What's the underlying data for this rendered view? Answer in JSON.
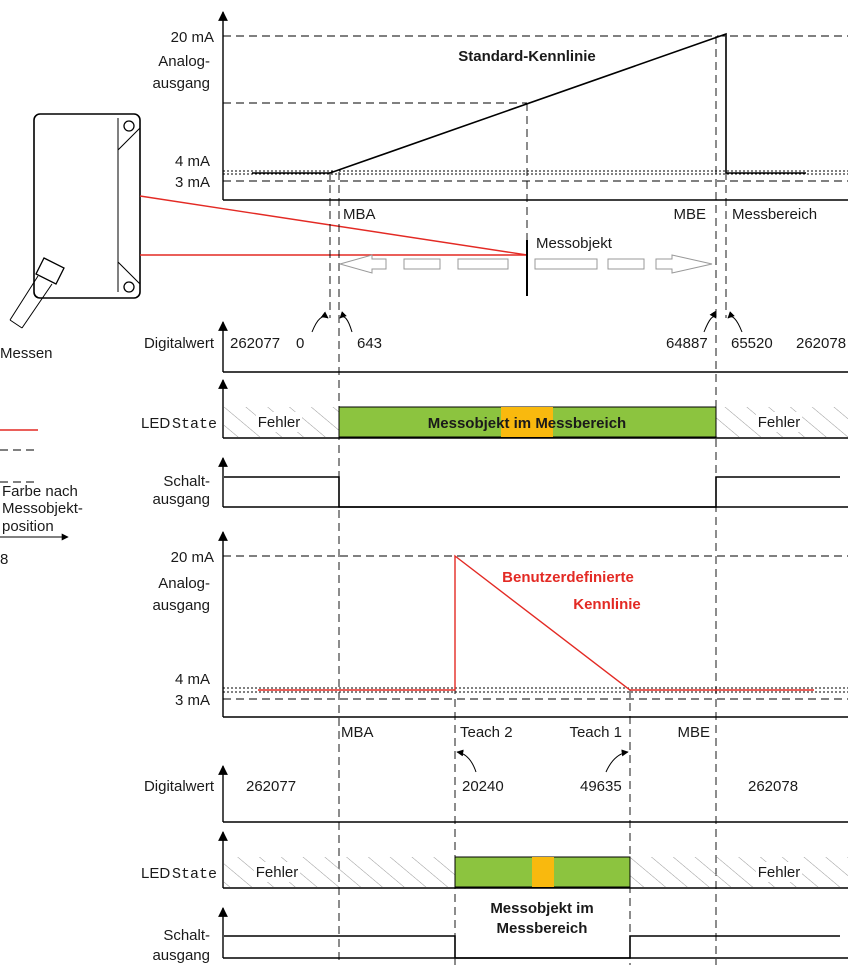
{
  "colors": {
    "red": "#e32a24",
    "green": "#8cc43f",
    "yellow": "#f9b90e",
    "hatch": "#999999"
  },
  "top": {
    "y_20": "20 mA",
    "analog_1": "Analog-",
    "analog_2": "ausgang",
    "y_4": "4 mA",
    "y_3": "3 mA",
    "title": "Standard-Kennlinie",
    "mba": "MBA",
    "mbe": "MBE",
    "messbereich": "Messbereich",
    "messobjekt": "Messobjekt"
  },
  "digital1": {
    "label": "Digitalwert",
    "v1": "262077",
    "v2": "0",
    "v3": "643",
    "v4": "64887",
    "v5": "65520",
    "v6": "262078"
  },
  "led1": {
    "led": "LED",
    "state": "State",
    "fehler_left": "Fehler",
    "center": "Messobjekt im Messbereich",
    "fehler_right": "Fehler"
  },
  "schalt1": {
    "l1": "Schalt-",
    "l2": "ausgang"
  },
  "bottom": {
    "y_20": "20 mA",
    "analog_1": "Analog-",
    "analog_2": "ausgang",
    "y_4": "4 mA",
    "y_3": "3 mA",
    "title_1": "Benutzerdefinierte",
    "title_2": "Kennlinie",
    "mba": "MBA",
    "teach2": "Teach 2",
    "teach1": "Teach 1",
    "mbe": "MBE"
  },
  "digital2": {
    "label": "Digitalwert",
    "v1": "262077",
    "v2": "20240",
    "v3": "49635",
    "v4": "262078"
  },
  "led2": {
    "led": "LED",
    "state": "State",
    "fehler_left": "Fehler",
    "center_1": "Messobjekt im",
    "center_2": "Messbereich",
    "fehler_right": "Fehler"
  },
  "schalt2": {
    "l1": "Schalt-",
    "l2": "ausgang"
  },
  "left_fragments": {
    "messen": "Messen",
    "farbe": "Farbe nach",
    "messobjekt": "Messobjekt-",
    "position": "position",
    "digit": "8"
  }
}
